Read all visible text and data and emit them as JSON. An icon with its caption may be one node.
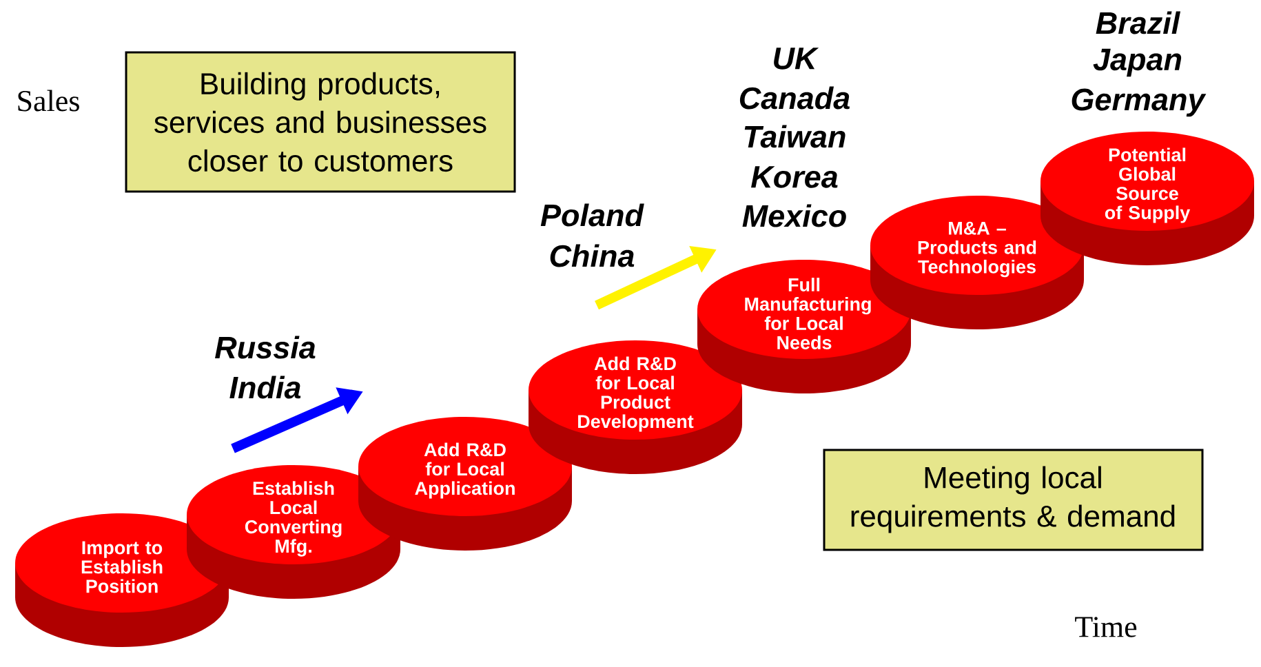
{
  "diagram": {
    "nodes": [
      {
        "text": [
          "Building products, services and businesses closer to customers"
        ]
      },
      {
        "text": [
          "Import to Establish Position"
        ]
      },
      {
        "text": [
          "Establish Local Converting Mfg."
        ]
      },
      {
        "text": [
          "Add R&D for Local Application"
        ]
      },
      {
        "text": [
          "Add R&D for Local Product Development"
        ]
      },
      {
        "text": [
          "Full Manufacturing for Local Needs"
        ]
      },
      {
        "text": [
          "M&A – Products and Technologies"
        ]
      },
      {
        "text": [
          "Potential Global Source of Supply"
        ]
      },
      {
        "text": [
          "Meeting local requirements & demand"
        ]
      }
    ],
    "labels": [
      "Brazil",
      "Japan",
      "Germany",
      "Sales",
      "UK",
      "Canada",
      "Taiwan",
      "Korea",
      "Mexico",
      "Poland",
      "China",
      "Russia",
      "India",
      "Time"
    ]
  }
}
